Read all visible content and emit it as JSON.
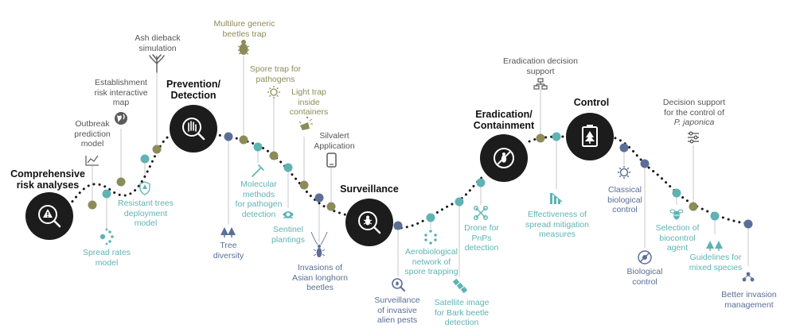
{
  "colors": {
    "dark": "#1c1c1c",
    "teal": "#5fb3b3",
    "olive": "#8c8c5a",
    "blue": "#5b6f96",
    "gray": "#555555",
    "curve": "#1a1a1a",
    "connector": "#c8c8c8"
  },
  "stages": {
    "risk": [
      "Comprehensive",
      "risk analyses"
    ],
    "prevention": [
      "Prevention/",
      "Detection"
    ],
    "surveillance": [
      "Surveillance"
    ],
    "eradication": [
      "Eradication/",
      "Containment"
    ],
    "control": [
      "Control"
    ]
  },
  "tools": {
    "outbreak": [
      "Outbreak",
      "prediction",
      "model"
    ],
    "establishment": [
      "Establishment",
      "risk interactive",
      "map"
    ],
    "ash_dieback": [
      "Ash dieback",
      "simulation"
    ],
    "resistant_trees": [
      "Resistant trees",
      "deployment",
      "model"
    ],
    "spread_rates": [
      "Spread rates",
      "model"
    ],
    "multilure": [
      "Multilure generic",
      "beetles trap"
    ],
    "spore_trap": [
      "Spore trap for",
      "pathogens"
    ],
    "light_trap": [
      "Light trap",
      "inside",
      "containers"
    ],
    "silvalert": [
      "Silvalert",
      "Application"
    ],
    "tree_diversity": [
      "Tree",
      "diversity"
    ],
    "molecular": [
      "Molecular",
      "methods",
      "for pathogen",
      "detection"
    ],
    "sentinel": [
      "Sentinel",
      "plantings"
    ],
    "asian_longhorn": [
      "Invasions of",
      "Asian longhorn",
      "beetles"
    ],
    "surveillance_ias": [
      "Surveillance",
      "of invasive",
      "alien pests"
    ],
    "aerobiological": [
      "Aerobiological",
      "network of",
      "spore trapping"
    ],
    "satellite": [
      "Satellite image",
      "for Bark beetle",
      "detection"
    ],
    "drone": [
      "Drone for",
      "PnPs",
      "detection"
    ],
    "eradication_support": [
      "Eradication decision",
      "support"
    ],
    "spread_mitigation": [
      "Effectiveness of",
      "spread mitigation",
      "measures"
    ],
    "decision_japonica": [
      "Decision support",
      "for the control of",
      "P. japonica"
    ],
    "classical_bio": [
      "Classical",
      "biological",
      "control"
    ],
    "biological": [
      "Biological",
      "control"
    ],
    "biocontrol_agent": [
      "Selection of",
      "biocontrol",
      "agent"
    ],
    "mixed_species": [
      "Guidelines for",
      "mixed species"
    ],
    "better_invasion": [
      "Better invasion",
      "management"
    ]
  }
}
